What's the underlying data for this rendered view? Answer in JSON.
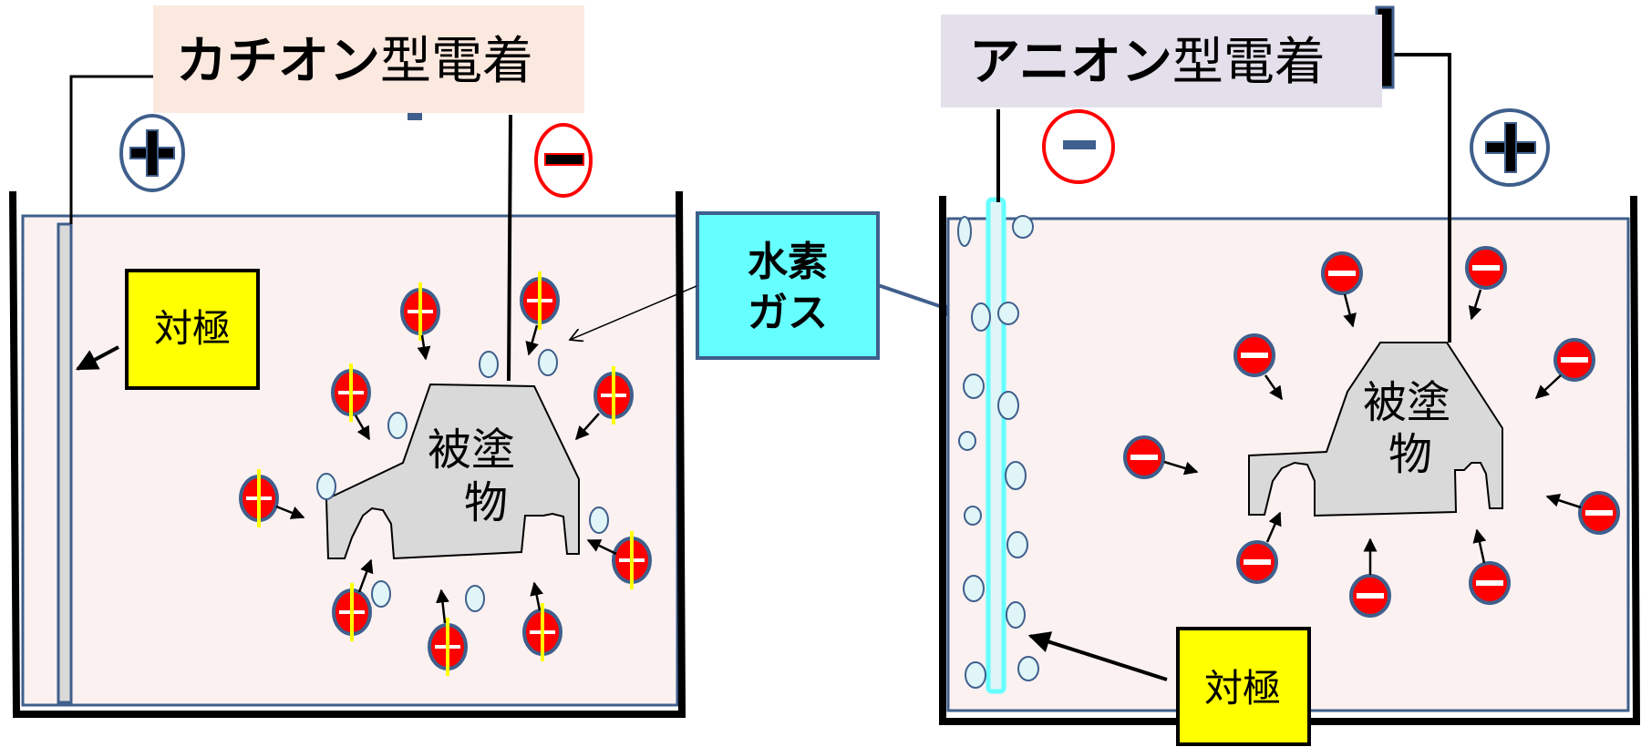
{
  "left": {
    "title_bold": "カチオン",
    "title_rest": "型電着",
    "counter_electrode_label": "対極",
    "workpiece_line1": "被塗",
    "workpiece_line2": "物",
    "anode_symbol": "+",
    "cathode_symbol": "−"
  },
  "right": {
    "title_bold": "アニオン",
    "title_rest": "型電着",
    "counter_electrode_label": "対極",
    "workpiece_line1": "被塗",
    "workpiece_line2": "物",
    "anode_symbol": "+",
    "cathode_symbol": "−"
  },
  "hydrogen_gas": {
    "line1": "水素",
    "line2": "ガス"
  },
  "colors": {
    "title_left_bg": "#fbe9df",
    "title_right_bg": "#e4e0eb",
    "bath_fill": "#fbf1f1",
    "bath_line": "#3f5f8c",
    "label_yellow": "#ffff00",
    "gas_cyan": "#66ffff",
    "ion_red": "#ff0000",
    "ion_blue_ring": "#3f5f8c",
    "bubble_fill": "#dff5f7",
    "workpiece_gray": "#d9d9d9"
  }
}
